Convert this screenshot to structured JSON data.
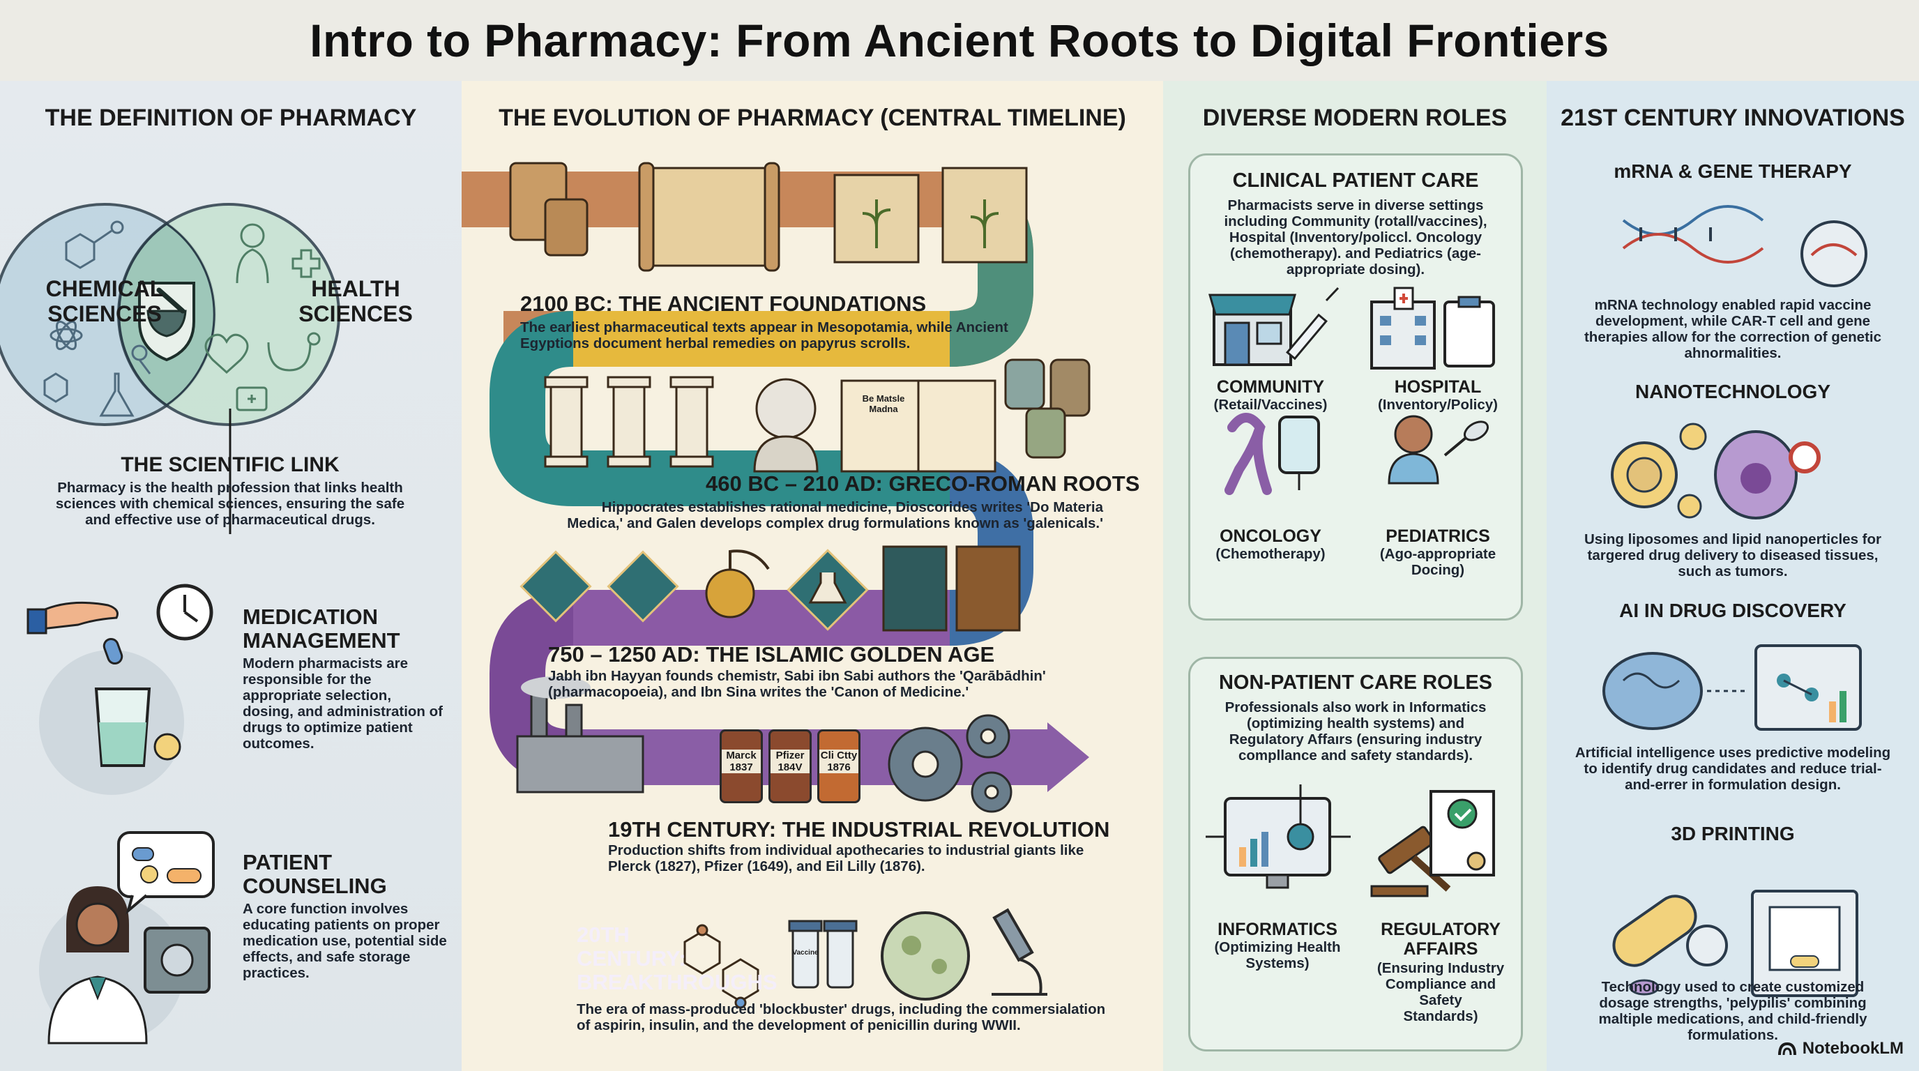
{
  "title": "Intro to Pharmacy: From Ancient Roots to Digital Frontiers",
  "definition": {
    "heading": "THE DEFINITION OF PHARMACY",
    "chem_label": "CHEMICAL\nSCIENCES",
    "health_label": "HEALTH\nSCIENCES",
    "link_heading": "THE SCIENTIFIC LINK",
    "link_text": "Pharmacy is the health profession that links health sciences with chemical sciences, ensuring the safe and effective use of pharmaceutical drugs.",
    "med_heading": "MEDICATION\nMANAGEMENT",
    "med_text": "Modern pharmacists are responsible for the appropriate selection, dosing, and administration of drugs to optimize patient outcomes.",
    "counsel_heading": "PATIENT\nCOUNSELING",
    "counsel_text": "A core function involves educating patients on proper medication use, potential side effects, and safe storage practices."
  },
  "evolution": {
    "heading": "THE EVOLUTION OF PHARMACY (CENTRAL TIMELINE)",
    "eras": [
      {
        "title": "2100 BC: THE ANCIENT FOUNDATIONS",
        "text": "The earliest pharmaceutical texts appear in Mesopotamia, while Ancient Egyptions document herbal remedies on papyrus scrolls."
      },
      {
        "title": "460 BC – 210 AD: GRECO-ROMAN ROOTS",
        "text": "Hippocrates establishes rational medicine, Dioscorides writes 'Do Materia Medica,' and Galen develops complex drug formulations known as 'galenicals.'"
      },
      {
        "title": "750 – 1250 AD: THE ISLAMIC GOLDEN AGE",
        "text": "Jabh ibn Hayyan founds chemistr, Sabi ibn Sabi authors the 'Qarābādhin' (pharmacopoeia), and Ibn Sina writes the 'Canon of Medicine.'"
      },
      {
        "title": "19TH CENTURY: THE INDUSTRIAL REVOLUTION",
        "text": "Production shifts from individual apothecaries to industrial giants like Plerck (1827), Pfizer (1649), and Eil Lilly (1876)."
      },
      {
        "title": "20TH CENTURY:\nBREAKTHROUGHS",
        "text": "The era of mass-produced 'blockbuster' drugs, including the commersialation of aspirin, insulin, and the development of penicillin during WWII."
      }
    ],
    "bottles": [
      "Marck\n1837",
      "Pfizer\n184V",
      "Cli Ctty\n1876"
    ],
    "book_label": "Be Matsle\nMadna",
    "vial_label": "Vaccine"
  },
  "roles": {
    "heading": "DIVERSE MODERN ROLES",
    "clinical": {
      "heading": "CLINICAL PATIENT CARE",
      "text": "Pharmacists serve in diverse settings including Community (rotall/vaccines), Hospital (Inventory/policcl. Oncology (chemotherapy). and Pediatrics (age-appropriate dosing).",
      "items": [
        {
          "title": "COMMUNITY",
          "sub": "(Retail/Vaccines)"
        },
        {
          "title": "HOSPITAL",
          "sub": "(Inventory/Policy)"
        },
        {
          "title": "ONCOLOGY",
          "sub": "(Chemotherapy)"
        },
        {
          "title": "PEDIATRICS",
          "sub": "(Ago-appropriate\nDocing)"
        }
      ]
    },
    "nonpatient": {
      "heading": "NON-PATIENT CARE ROLES",
      "text": "Professionals also work in Informatics (optimizing health systems) and Regulatory Affaırs (ensuring industry compllance and safety standards).",
      "items": [
        {
          "title": "INFORMATICS",
          "sub": "(Optimizing Health\nSystems)"
        },
        {
          "title": "REGULATORY\nAFFAIRS",
          "sub": "(Ensuring Industry\nCompliance and\nSafety\nStandards)"
        }
      ]
    }
  },
  "innovations": {
    "heading": "21ST CENTURY INNOVATIONS",
    "items": [
      {
        "title": "mRNA & GENE THERAPY",
        "text": "mRNA technology enabled rapid vaccine development, while CAR-T cell and gene therapies allow for the correction of genetic ahnormalities."
      },
      {
        "title": "NANOTECHNOLOGY",
        "text": "Using liposomes and lipid nanoperticles for targered drug delivery to diseased tissues, such as tumors."
      },
      {
        "title": "AI IN DRUG DISCOVERY",
        "text": "Artificial intelligence uses predictive modeling to identify drug candidates and reduce trial-and-errer in formulation design."
      },
      {
        "title": "3D PRINTING",
        "text": "Technology used to create customized dosage strengths, 'pelypilis' combining maltiple medications, and child-friendly formulations."
      }
    ]
  },
  "watermark": "NotebookLM"
}
